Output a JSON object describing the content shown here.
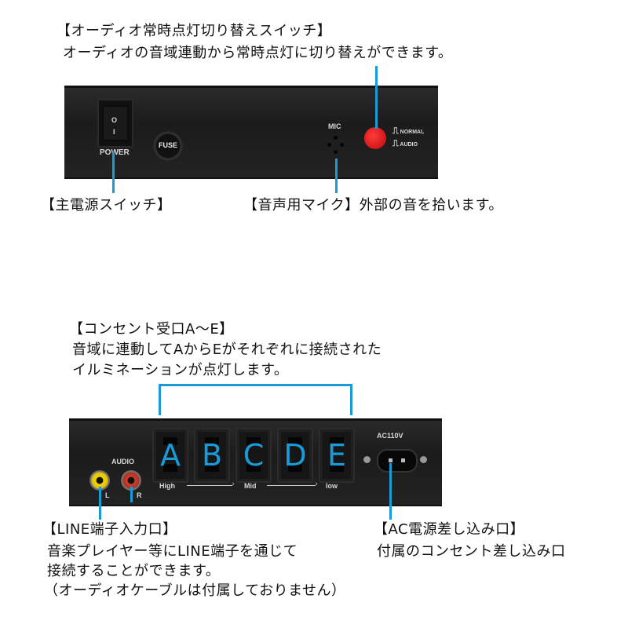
{
  "top_section": {
    "switch_title": "【オーディオ常時点灯切り替えスイッチ】",
    "switch_desc": "オーディオの音域連動から常時点灯に切り替えができます。",
    "panel": {
      "power_on": "O",
      "power_off": "I",
      "power_label": "POWER",
      "fuse_label": "FUSE",
      "mic_label": "MIC",
      "mode_normal": "NORMAL",
      "mode_audio": "AUDIO"
    },
    "power_callout": "【主電源スイッチ】",
    "mic_callout": "【音声用マイク】外部の音を拾います。"
  },
  "bottom_section": {
    "outlet_title": "【コンセント受口A〜E】",
    "outlet_desc_1": "音域に連動してAからEがそれぞれに接続された",
    "outlet_desc_2": "イルミネーションが点灯します。",
    "panel": {
      "audio_label": "AUDIO",
      "left_label": "L",
      "right_label": "R",
      "sockets": [
        "A",
        "B",
        "C",
        "D",
        "E"
      ],
      "range_high": "High",
      "range_mid": "Mid",
      "range_low": "low",
      "ac_label": "AC110V"
    },
    "line_title": "【LINE端子入力口】",
    "line_desc_1": "音楽プレイヤー等にLINE端子を通じて",
    "line_desc_2": "接続することができます。",
    "line_desc_3": "（オーディオケーブルは付属しておりません）",
    "ac_title": "【AC電源差し込み口】",
    "ac_desc": "付属のコンセント差し込み口"
  },
  "colors": {
    "callout_line": "#1a9bd7",
    "red_button": "#d91c1c"
  }
}
